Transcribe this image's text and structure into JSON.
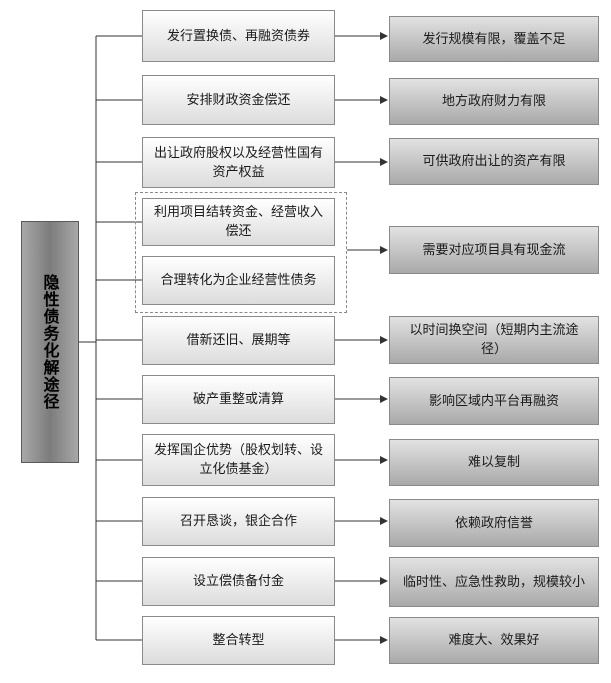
{
  "root": {
    "label": "隐性债务化解途径"
  },
  "items": [
    {
      "label": "发行置换债、再融资债券",
      "result": "发行规模有限，覆盖不足"
    },
    {
      "label": "安排财政资金偿还",
      "result": "地方政府财力有限"
    },
    {
      "label": "出让政府股权以及经营性国有资产权益",
      "result": "可供政府出让的资产有限"
    },
    {
      "label": "利用项目结转资金、经营收入偿还",
      "result": "需要对应项目具有现金流"
    },
    {
      "label": "合理转化为企业经营性债务",
      "result": ""
    },
    {
      "label": "借新还旧、展期等",
      "result": "以时间换空间（短期内主流途径）"
    },
    {
      "label": "破产重整或清算",
      "result": "影响区域内平台再融资"
    },
    {
      "label": "发挥国企优势（股权划转、设立化债基金）",
      "result": "难以复制"
    },
    {
      "label": "召开恳谈，银企合作",
      "result": "依赖政府信誉"
    },
    {
      "label": "设立偿债备付金",
      "result": "临时性、应急性救助，规模较小"
    },
    {
      "label": "整合转型",
      "result": "难度大、效果好"
    }
  ]
}
